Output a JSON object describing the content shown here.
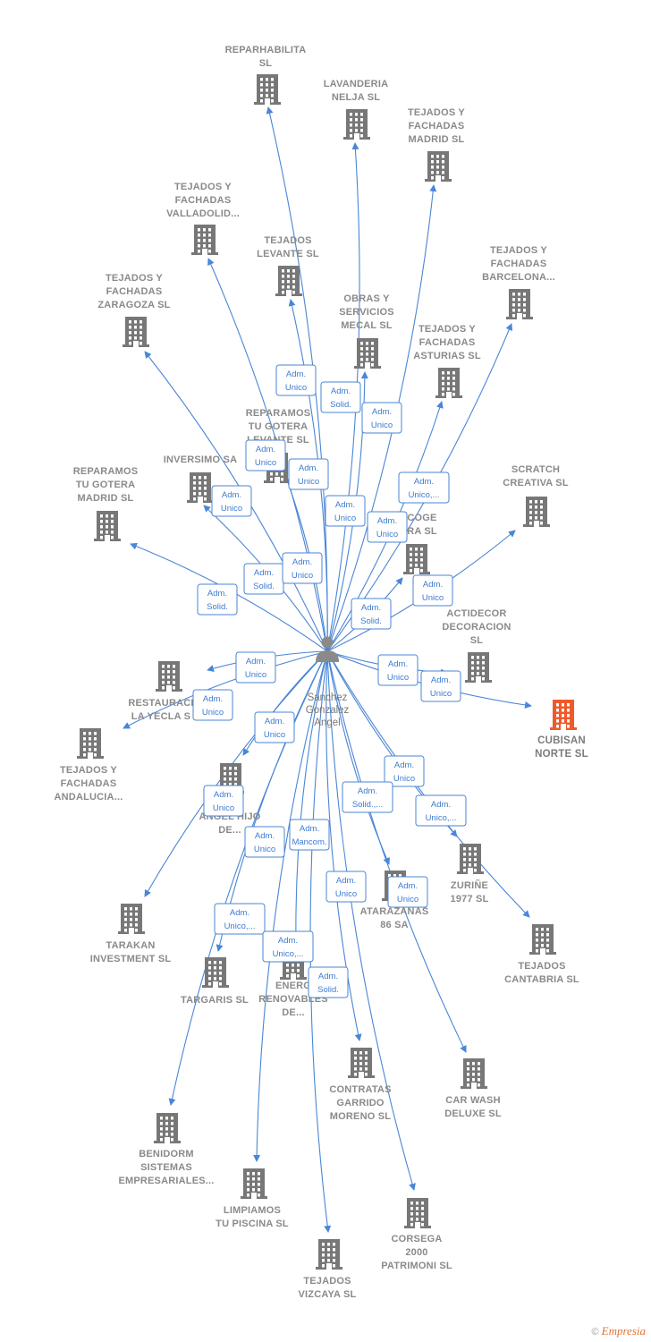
{
  "center": {
    "name": [
      "Sanchez",
      "Gonzalez",
      "Angel"
    ],
    "icon": "person-icon"
  },
  "colors": {
    "edge": "#4a86d6",
    "building": "#777777",
    "highlight": "#f05a2a"
  },
  "companies": [
    {
      "id": "reparhabilita",
      "label": [
        "REPARHABILITA",
        "SL"
      ]
    },
    {
      "id": "lavanderia-nelja",
      "label": [
        "LAVANDERIA",
        "NELJA SL"
      ]
    },
    {
      "id": "tejados-madrid",
      "label": [
        "TEJADOS Y",
        "FACHADAS",
        "MADRID SL"
      ]
    },
    {
      "id": "tejados-valladolid",
      "label": [
        "TEJADOS Y",
        "FACHADAS",
        "VALLADOLID..."
      ]
    },
    {
      "id": "tejados-levante",
      "label": [
        "TEJADOS",
        "LEVANTE SL"
      ]
    },
    {
      "id": "tejados-barcelona",
      "label": [
        "TEJADOS Y",
        "FACHADAS",
        "BARCELONA..."
      ]
    },
    {
      "id": "tejados-zaragoza",
      "label": [
        "TEJADOS Y",
        "FACHADAS",
        "ZARAGOZA SL"
      ]
    },
    {
      "id": "obras-mecal",
      "label": [
        "OBRAS Y",
        "SERVICIOS",
        "MECAL SL"
      ]
    },
    {
      "id": "tejados-asturias",
      "label": [
        "TEJADOS Y",
        "FACHADAS",
        "ASTURIAS SL"
      ]
    },
    {
      "id": "reparamos-levante",
      "label": [
        "REPARAMOS",
        "TU GOTERA",
        "LEVANTE SL"
      ]
    },
    {
      "id": "inversimo",
      "label": [
        "INVERSIMO SA"
      ]
    },
    {
      "id": "reparamos-madrid",
      "label": [
        "REPARAMOS",
        "TU GOTERA",
        "MADRID SL"
      ]
    },
    {
      "id": "scratch",
      "label": [
        "SCRATCH",
        "CREATIVA SL"
      ]
    },
    {
      "id": "coge",
      "label": [
        "COGE",
        "RA SL"
      ]
    },
    {
      "id": "actidecor",
      "label": [
        "ACTIDECOR",
        "DECORACION",
        "SL"
      ]
    },
    {
      "id": "restaurac",
      "label": [
        "RESTAURACI",
        "LA YECLA S"
      ]
    },
    {
      "id": "cubisan",
      "label": [
        "CUBISAN",
        "NORTE SL"
      ],
      "highlight": true
    },
    {
      "id": "tejados-andalucia",
      "label": [
        "TEJADOS Y",
        "FACHADAS",
        "ANDALUCIA..."
      ]
    },
    {
      "id": "angel-hijo",
      "label": [
        "G",
        "ANGEL HIJO",
        "DE..."
      ]
    },
    {
      "id": "zurine",
      "label": [
        "ZURIÑE",
        "1977 SL"
      ]
    },
    {
      "id": "atarazanas",
      "label": [
        "ATARAZANAS",
        "86 SA"
      ]
    },
    {
      "id": "tarakan",
      "label": [
        "TARAKAN",
        "INVESTMENT SL"
      ]
    },
    {
      "id": "tejados-cantabria",
      "label": [
        "TEJADOS",
        "CANTABRIA SL"
      ]
    },
    {
      "id": "targaris",
      "label": [
        "TARGARIS SL"
      ]
    },
    {
      "id": "energ",
      "label": [
        "ENERG",
        "RENOVABLES",
        "DE..."
      ]
    },
    {
      "id": "contratas",
      "label": [
        "CONTRATAS",
        "GARRIDO",
        "MORENO SL"
      ]
    },
    {
      "id": "car-wash",
      "label": [
        "CAR WASH",
        "DELUXE SL"
      ]
    },
    {
      "id": "benidorm",
      "label": [
        "BENIDORM",
        "SISTEMAS",
        "EMPRESARIALES..."
      ]
    },
    {
      "id": "limpiamos",
      "label": [
        "LIMPIAMOS",
        "TU PISCINA SL"
      ]
    },
    {
      "id": "corsega",
      "label": [
        "CORSEGA",
        "2000",
        "PATRIMONI SL"
      ]
    },
    {
      "id": "tejados-vizcaya",
      "label": [
        "TEJADOS",
        "VIZCAYA SL"
      ]
    }
  ],
  "badges": [
    [
      "Adm.",
      "Unico"
    ],
    [
      "Adm.",
      "Solid."
    ],
    [
      "Adm.",
      "Unico"
    ],
    [
      "Adm.",
      "Unico"
    ],
    [
      "Adm.",
      "Unico"
    ],
    [
      "Adm.",
      "Unico"
    ],
    [
      "Adm.",
      "Unico"
    ],
    [
      "Adm.",
      "Unico,..."
    ],
    [
      "Adm.",
      "Unico"
    ],
    [
      "Adm.",
      "Solid."
    ],
    [
      "Adm.",
      "Unico"
    ],
    [
      "Adm.",
      "Solid."
    ],
    [
      "Adm.",
      "Unico"
    ],
    [
      "Adm.",
      "Solid."
    ],
    [
      "Adm.",
      "Unico"
    ],
    [
      "Adm.",
      "Unico"
    ],
    [
      "Adm.",
      "Unico"
    ],
    [
      "Adm.",
      "Unico"
    ],
    [
      "Adm.",
      "Unico"
    ],
    [
      "Adm.",
      "Unico"
    ],
    [
      "Adm.",
      "Solid.,..."
    ],
    [
      "Adm.",
      "Unico"
    ],
    [
      "Adm.",
      "Unico,..."
    ],
    [
      "Adm.",
      "Unico"
    ],
    [
      "Adm.",
      "Mancom."
    ],
    [
      "Adm.",
      "Unico"
    ],
    [
      "Adm.",
      "Unico,..."
    ],
    [
      "Adm.",
      "Unico"
    ],
    [
      "Adm.",
      "Unico,..."
    ],
    [
      "Adm.",
      "Solid."
    ]
  ],
  "footer": {
    "copyright": "©",
    "brand": "Empresia"
  }
}
